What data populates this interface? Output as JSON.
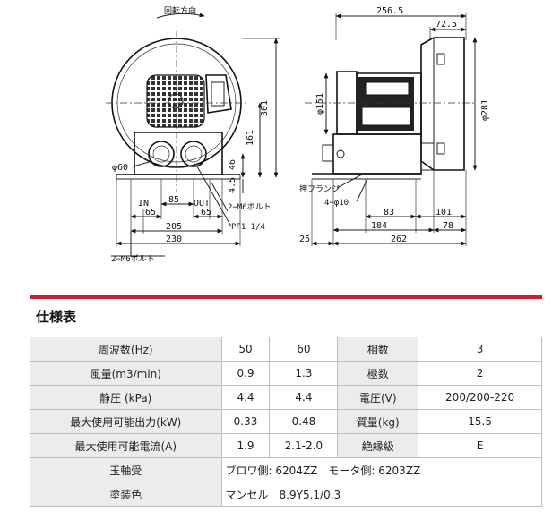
{
  "drawing": {
    "rotation_label": "回転方向",
    "dims": {
      "d2565": "256.5",
      "d725": "72.5",
      "d301": "301",
      "d161": "161",
      "d46": "46",
      "d45": "4.5",
      "dphi151": "φ151",
      "dphi281": "φ281",
      "dphi60": "φ60",
      "in_label": "IN",
      "out_label": "OUT",
      "d85": "85",
      "d65a": "65",
      "d65b": "65",
      "d205": "205",
      "d230": "230",
      "m6a": "2−M6ボルト",
      "m6b": "2−M6ボルト",
      "pf": "PF1 1/4",
      "flange": "押フランジ",
      "phi10": "4−φ10",
      "d83": "83",
      "d101": "101",
      "d184": "184",
      "d78": "78",
      "d25": "25",
      "d262": "262"
    }
  },
  "spec": {
    "title": "仕様表",
    "rows": [
      [
        "周波数(Hz)",
        "50",
        "60",
        "相数",
        "3"
      ],
      [
        "風量(m3/min)",
        "0.9",
        "1.3",
        "極数",
        "2"
      ],
      [
        "静圧 (kPa)",
        "4.4",
        "4.4",
        "電圧(V)",
        "200/200-220"
      ],
      [
        "最大使用可能出力(kW)",
        "0.33",
        "0.48",
        "質量(kg)",
        "15.5"
      ],
      [
        "最大使用可能電流(A)",
        "1.9",
        "2.1-2.0",
        "絶縁級",
        "E"
      ]
    ],
    "bearing_label": "玉軸受",
    "bearing_value": "ブロワ側: 6204ZZ　モータ側: 6203ZZ",
    "paint_label": "塗装色",
    "paint_value": "マンセル　8.9Y5.1/0.3"
  }
}
